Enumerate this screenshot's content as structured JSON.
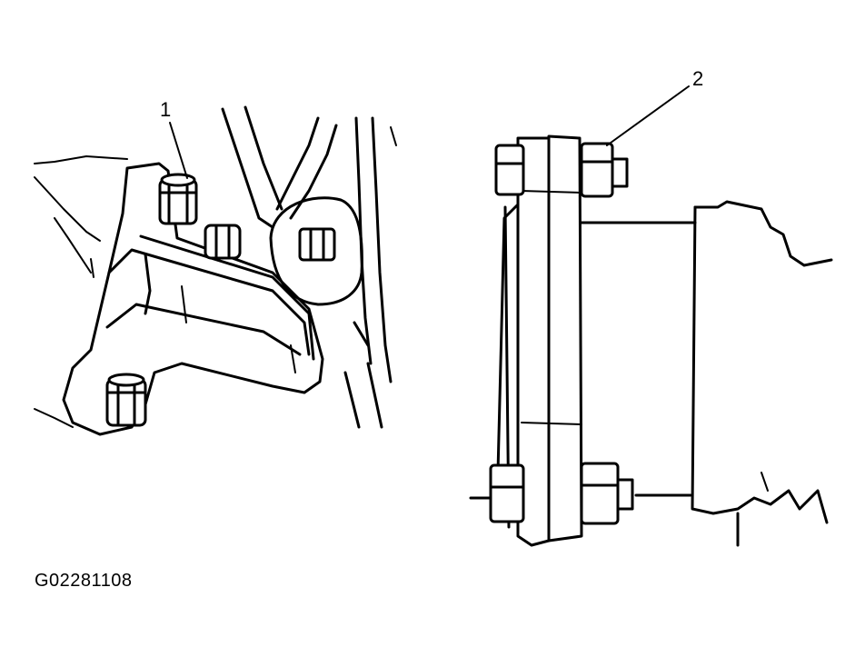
{
  "callouts": [
    {
      "id": "1",
      "label": "1"
    },
    {
      "id": "2",
      "label": "2"
    }
  ],
  "figure_id": "G02281108"
}
